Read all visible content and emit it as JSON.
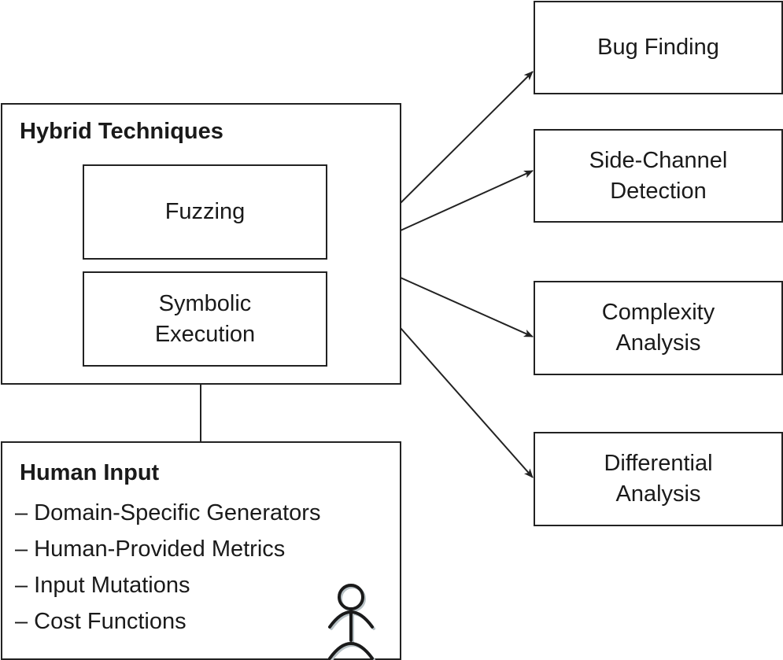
{
  "hybrid": {
    "title": "Hybrid Techniques",
    "components": [
      "Fuzzing",
      "Symbolic\nExecution"
    ]
  },
  "human_input": {
    "title": "Human Input",
    "items": [
      "– Domain-Specific Generators",
      "– Human-Provided Metrics",
      "– Input Mutations",
      "– Cost Functions"
    ],
    "icon": "person-icon"
  },
  "outputs": [
    "Bug Finding",
    "Side-Channel\nDetection",
    "Complexity\nAnalysis",
    "Differential\nAnalysis"
  ],
  "colors": {
    "stroke": "#222222",
    "text": "#1a1a1a",
    "background": "#ffffff"
  }
}
